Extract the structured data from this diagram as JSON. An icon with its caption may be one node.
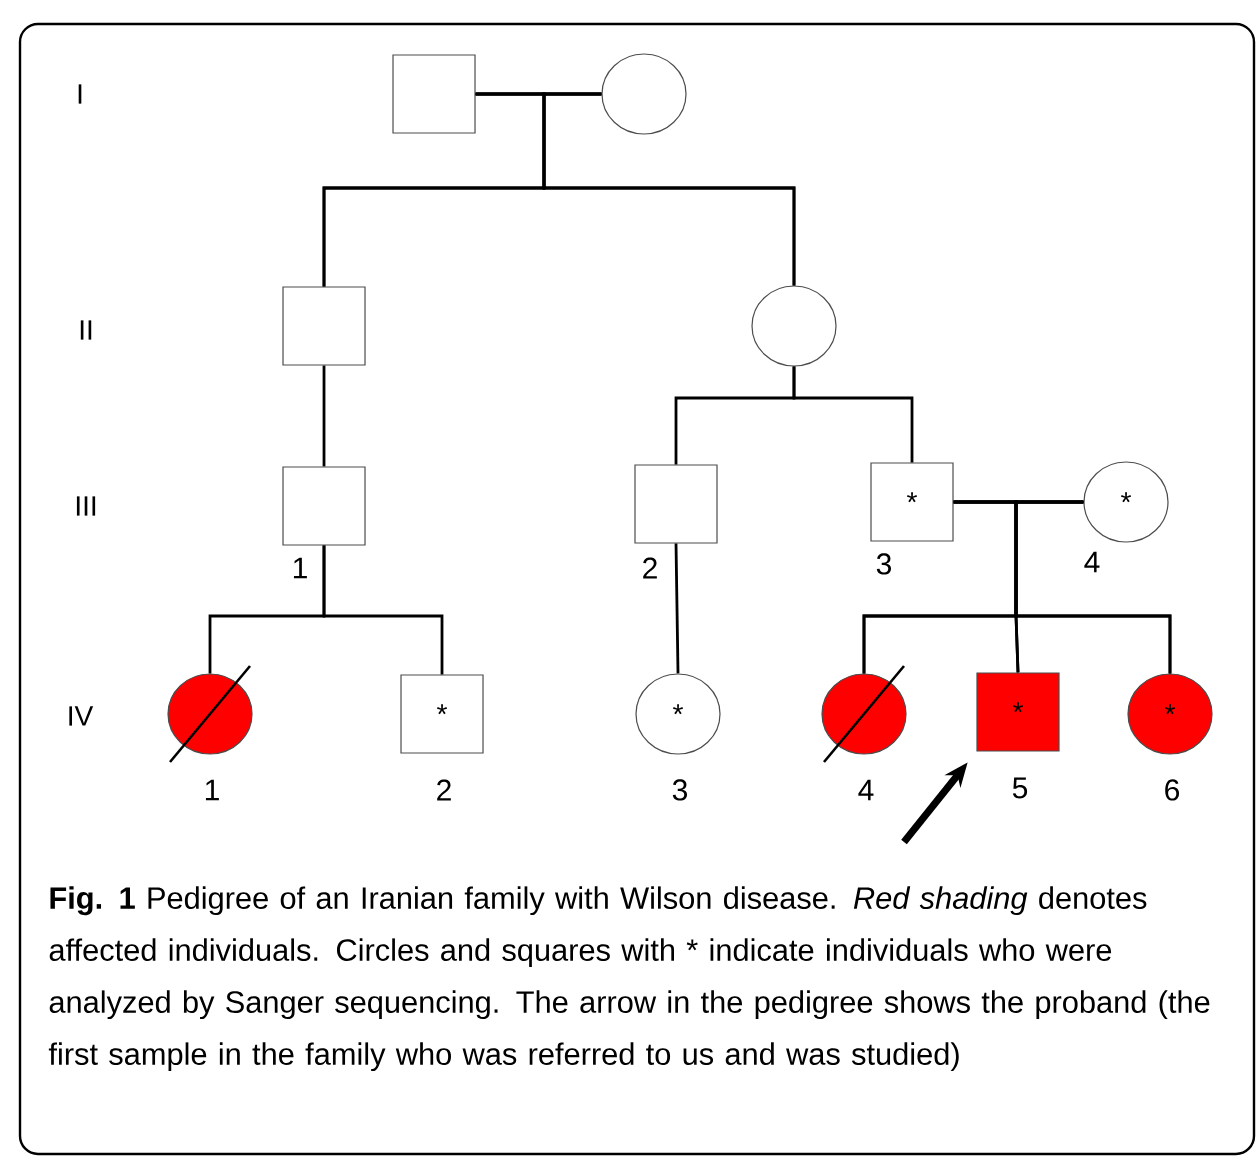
{
  "diagram": {
    "caption": "**Fig. 1** Pedigree of an Iranian family with Wilson disease. *Red shading* denotes affected individuals. Circles and squares with * indicate individuals who were analyzed by Sanger sequencing. The arrow in the pedigree shows the proband (the first sample in the family who was referred to us and was studied)",
    "nodes": [
      {
        "text": [],
        "shape": "box"
      },
      {
        "text": [],
        "shape": "circle"
      },
      {
        "text": [],
        "shape": "box"
      },
      {
        "text": [],
        "shape": "circle"
      },
      {
        "text": [],
        "shape": "box",
        "beside": [
          "1"
        ]
      },
      {
        "text": [],
        "shape": "box",
        "beside": [
          "2"
        ]
      },
      {
        "text": [
          "*"
        ],
        "beside": [
          "3"
        ]
      },
      {
        "text": [
          "*"
        ],
        "beside": [
          "4"
        ]
      },
      {
        "text": [],
        "shape": "circle",
        "beside": [
          "1"
        ]
      },
      {
        "text": [
          "*"
        ],
        "beside": [
          "2"
        ]
      },
      {
        "text": [
          "*"
        ],
        "beside": [
          "3"
        ]
      },
      {
        "text": [],
        "shape": "circle",
        "beside": [
          "4"
        ]
      },
      {
        "text": [
          "*"
        ],
        "beside": [
          "5"
        ]
      },
      {
        "text": [
          "*"
        ],
        "beside": [
          "6"
        ]
      }
    ],
    "edges": [
      {
        "from": 0,
        "to": 1,
        "arrow": "none"
      },
      {
        "from": 0,
        "to": 2,
        "arrow": "none"
      },
      {
        "from": 1,
        "to": 2,
        "arrow": "none"
      },
      {
        "from": 0,
        "to": 3,
        "arrow": "none"
      },
      {
        "from": 1,
        "to": 3,
        "arrow": "none"
      },
      {
        "from": 2,
        "to": 4,
        "arrow": "none"
      },
      {
        "from": 3,
        "to": 5,
        "arrow": "none"
      },
      {
        "from": 3,
        "to": 6,
        "arrow": "none"
      },
      {
        "from": 6,
        "to": 7,
        "arrow": "none"
      },
      {
        "from": 4,
        "to": 8,
        "arrow": "none"
      },
      {
        "from": 4,
        "to": 9,
        "arrow": "none"
      },
      {
        "from": 5,
        "to": 10,
        "arrow": "none"
      },
      {
        "from": 6,
        "to": 11,
        "arrow": "none"
      },
      {
        "from": 7,
        "to": 11,
        "arrow": "none"
      },
      {
        "from": 6,
        "to": 12,
        "arrow": "none"
      },
      {
        "from": 7,
        "to": 12,
        "arrow": "none"
      },
      {
        "from": 6,
        "to": 13,
        "arrow": "none"
      },
      {
        "from": 7,
        "to": 13,
        "arrow": "none"
      },
      {
        "from": null,
        "to": 12,
        "arrow": "to",
        "style": "thick"
      }
    ],
    "labels": [
      "I",
      "II",
      "III",
      "IV"
    ]
  }
}
